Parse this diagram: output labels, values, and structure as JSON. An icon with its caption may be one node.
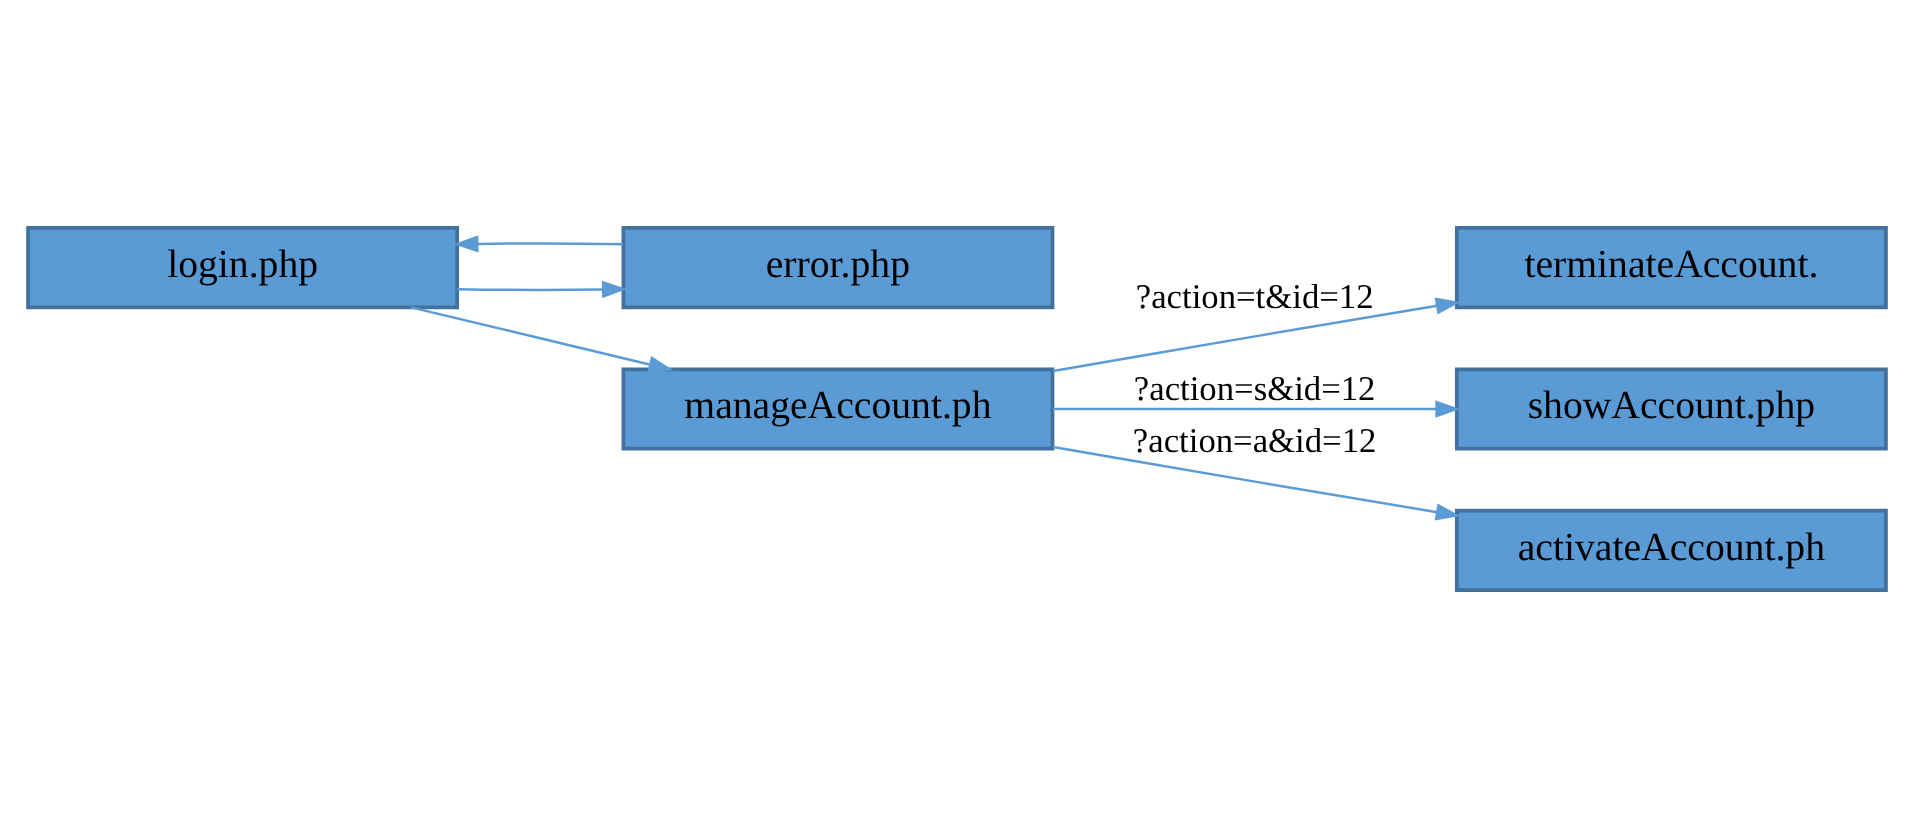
{
  "diagram": {
    "nodes": [
      {
        "text": [
          "login.php"
        ]
      },
      {
        "text": [
          "error.php"
        ]
      },
      {
        "text": [
          "manageAccount.ph"
        ]
      },
      {
        "text": [
          "terminateAccount."
        ]
      },
      {
        "text": [
          "showAccount.php"
        ]
      },
      {
        "text": [
          "activateAccount.ph"
        ]
      }
    ],
    "edges": [
      {
        "from": 0,
        "to": 2,
        "arrow": "to"
      },
      {
        "from": 0,
        "to": 1,
        "arrow": "to"
      },
      {
        "from": 1,
        "to": 0,
        "arrow": "to"
      },
      {
        "from": 2,
        "to": 3,
        "arrow": "to",
        "label": "?action=t&id=12"
      },
      {
        "from": 2,
        "to": 4,
        "arrow": "to",
        "label": "?action=s&id=12"
      },
      {
        "from": 2,
        "to": 5,
        "arrow": "to",
        "label": "?action=a&id=12"
      }
    ]
  }
}
